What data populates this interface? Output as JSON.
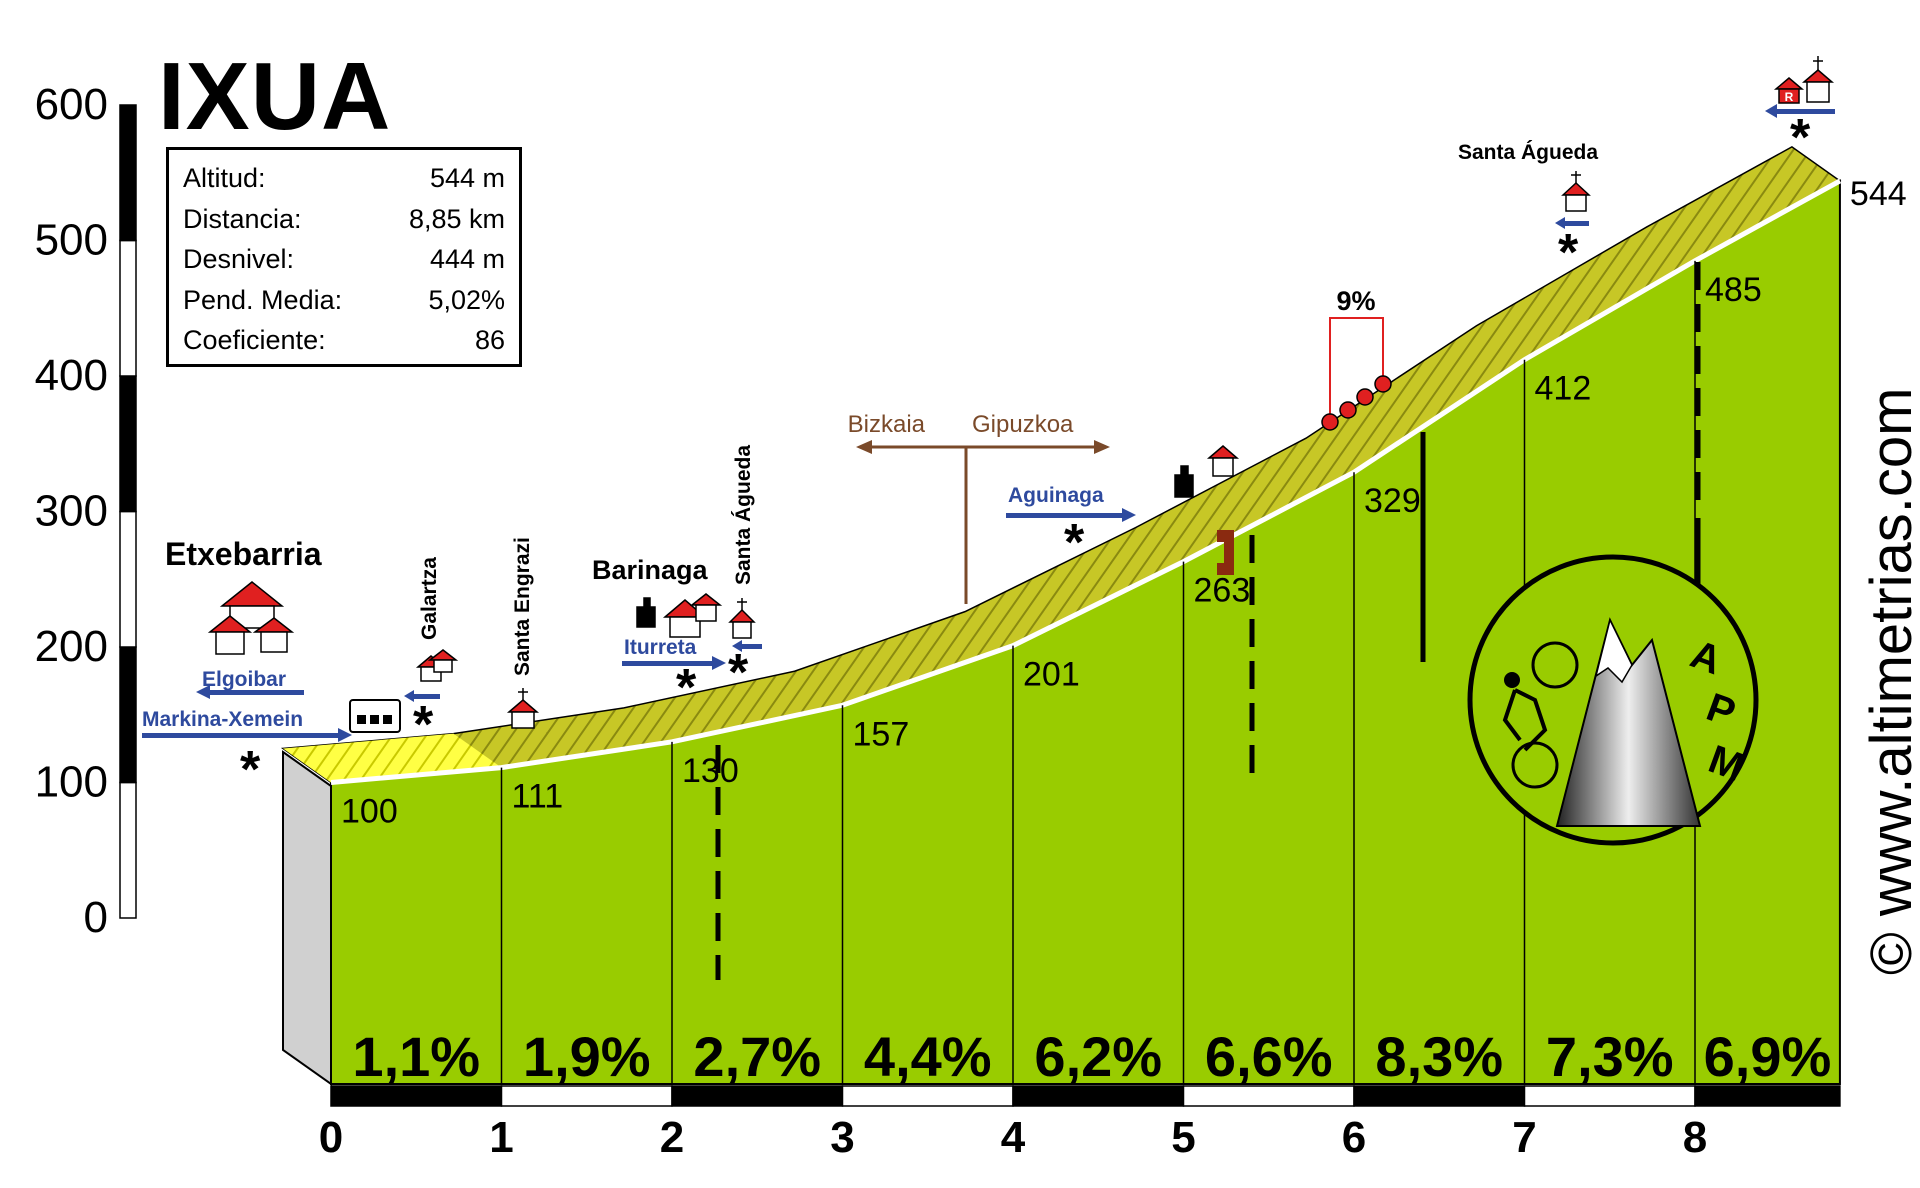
{
  "chart_data": {
    "type": "area",
    "title": "IXUA",
    "stats": [
      {
        "label": "Altitud:",
        "value": "544 m"
      },
      {
        "label": "Distancia:",
        "value": "8,85 km"
      },
      {
        "label": "Desnivel:",
        "value": "444 m"
      },
      {
        "label": "Pend. Media:",
        "value": "5,02%"
      },
      {
        "label": "Coeficiente:",
        "value": "86"
      }
    ],
    "x": [
      0,
      1,
      2,
      3,
      4,
      5,
      6,
      7,
      8,
      8.85
    ],
    "y": [
      100,
      111,
      130,
      157,
      201,
      263,
      329,
      412,
      485,
      544
    ],
    "km_labels": [
      "0",
      "1",
      "2",
      "3",
      "4",
      "5",
      "6",
      "7",
      "8"
    ],
    "elevation_labels": [
      "100",
      "111",
      "130",
      "157",
      "201",
      "263",
      "329",
      "412",
      "485",
      "544"
    ],
    "gradients": [
      "1,1%",
      "1,9%",
      "2,7%",
      "4,4%",
      "6,2%",
      "6,6%",
      "8,3%",
      "7,3%",
      "6,9%"
    ],
    "yticks": [
      "0",
      "100",
      "200",
      "300",
      "400",
      "500",
      "600"
    ],
    "ylim": [
      0,
      600
    ],
    "xlim": [
      0,
      8.85
    ],
    "max_gradient_label": "9%",
    "colors": {
      "profile_fill": "#99cc00",
      "road_band": "#b5b520",
      "road_light": "#ffff33",
      "road_blue": "#2e4a9e",
      "border_brown": "#7a4a2a"
    }
  },
  "places": {
    "etxebarria": "Etxebarria",
    "barinaga": "Barinaga",
    "santa_agueda_top": "Santa Águeda",
    "galartza": "Galartza",
    "santa_engrazi": "Santa Engrazi",
    "santa_agueda_vert": "Santa Águeda"
  },
  "roads": {
    "elgoibar": "Elgoibar",
    "markina": "Markina-Xemein",
    "iturreta": "Iturreta",
    "aguinaga": "Aguinaga"
  },
  "border": {
    "left": "Bizkaia",
    "right": "Gipuzkoa"
  },
  "logo": {
    "letters": [
      "A",
      "P",
      "M"
    ]
  },
  "watermark": "© www.altimetrias.com",
  "icons": [
    "house-icon",
    "church-icon",
    "restaurant-icon",
    "industry-icon",
    "monument-icon",
    "asterisk-icon",
    "arrow-left-icon",
    "arrow-right-icon"
  ]
}
